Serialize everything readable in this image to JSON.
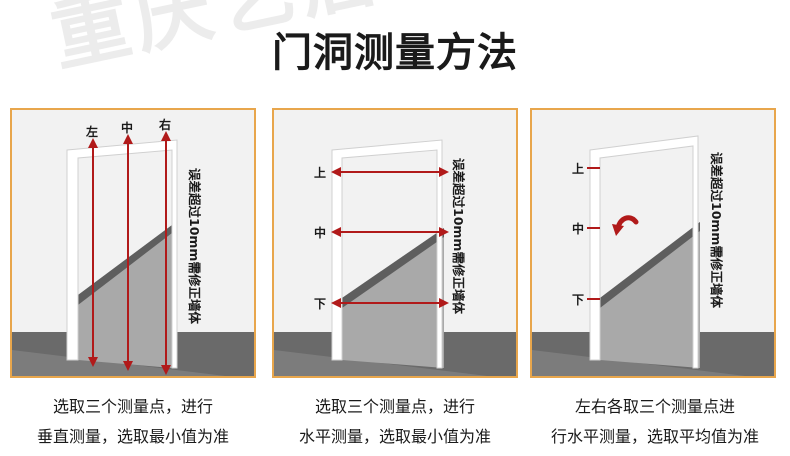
{
  "watermark": "重庆艺居",
  "title": "门洞测量方法",
  "colors": {
    "accent": "#b11a1a",
    "border": "#e8a64c"
  },
  "panels": [
    {
      "labels": [
        "左",
        "中",
        "右"
      ],
      "note": "误差超过10mm需修正墙体",
      "caption": [
        "选取三个测量点，进行",
        "垂直测量，选取最小值为准"
      ]
    },
    {
      "labels": [
        "上",
        "中",
        "下"
      ],
      "note": "误差超过10mm需修正墙体",
      "caption": [
        "选取三个测量点，进行",
        "水平测量，选取最小值为准"
      ]
    },
    {
      "labels": [
        "上",
        "中",
        "下"
      ],
      "note": "误差超过10mm需修正墙体",
      "caption": [
        "左右各取三个测量点进",
        "行水平测量，选取平均值为准"
      ]
    }
  ]
}
